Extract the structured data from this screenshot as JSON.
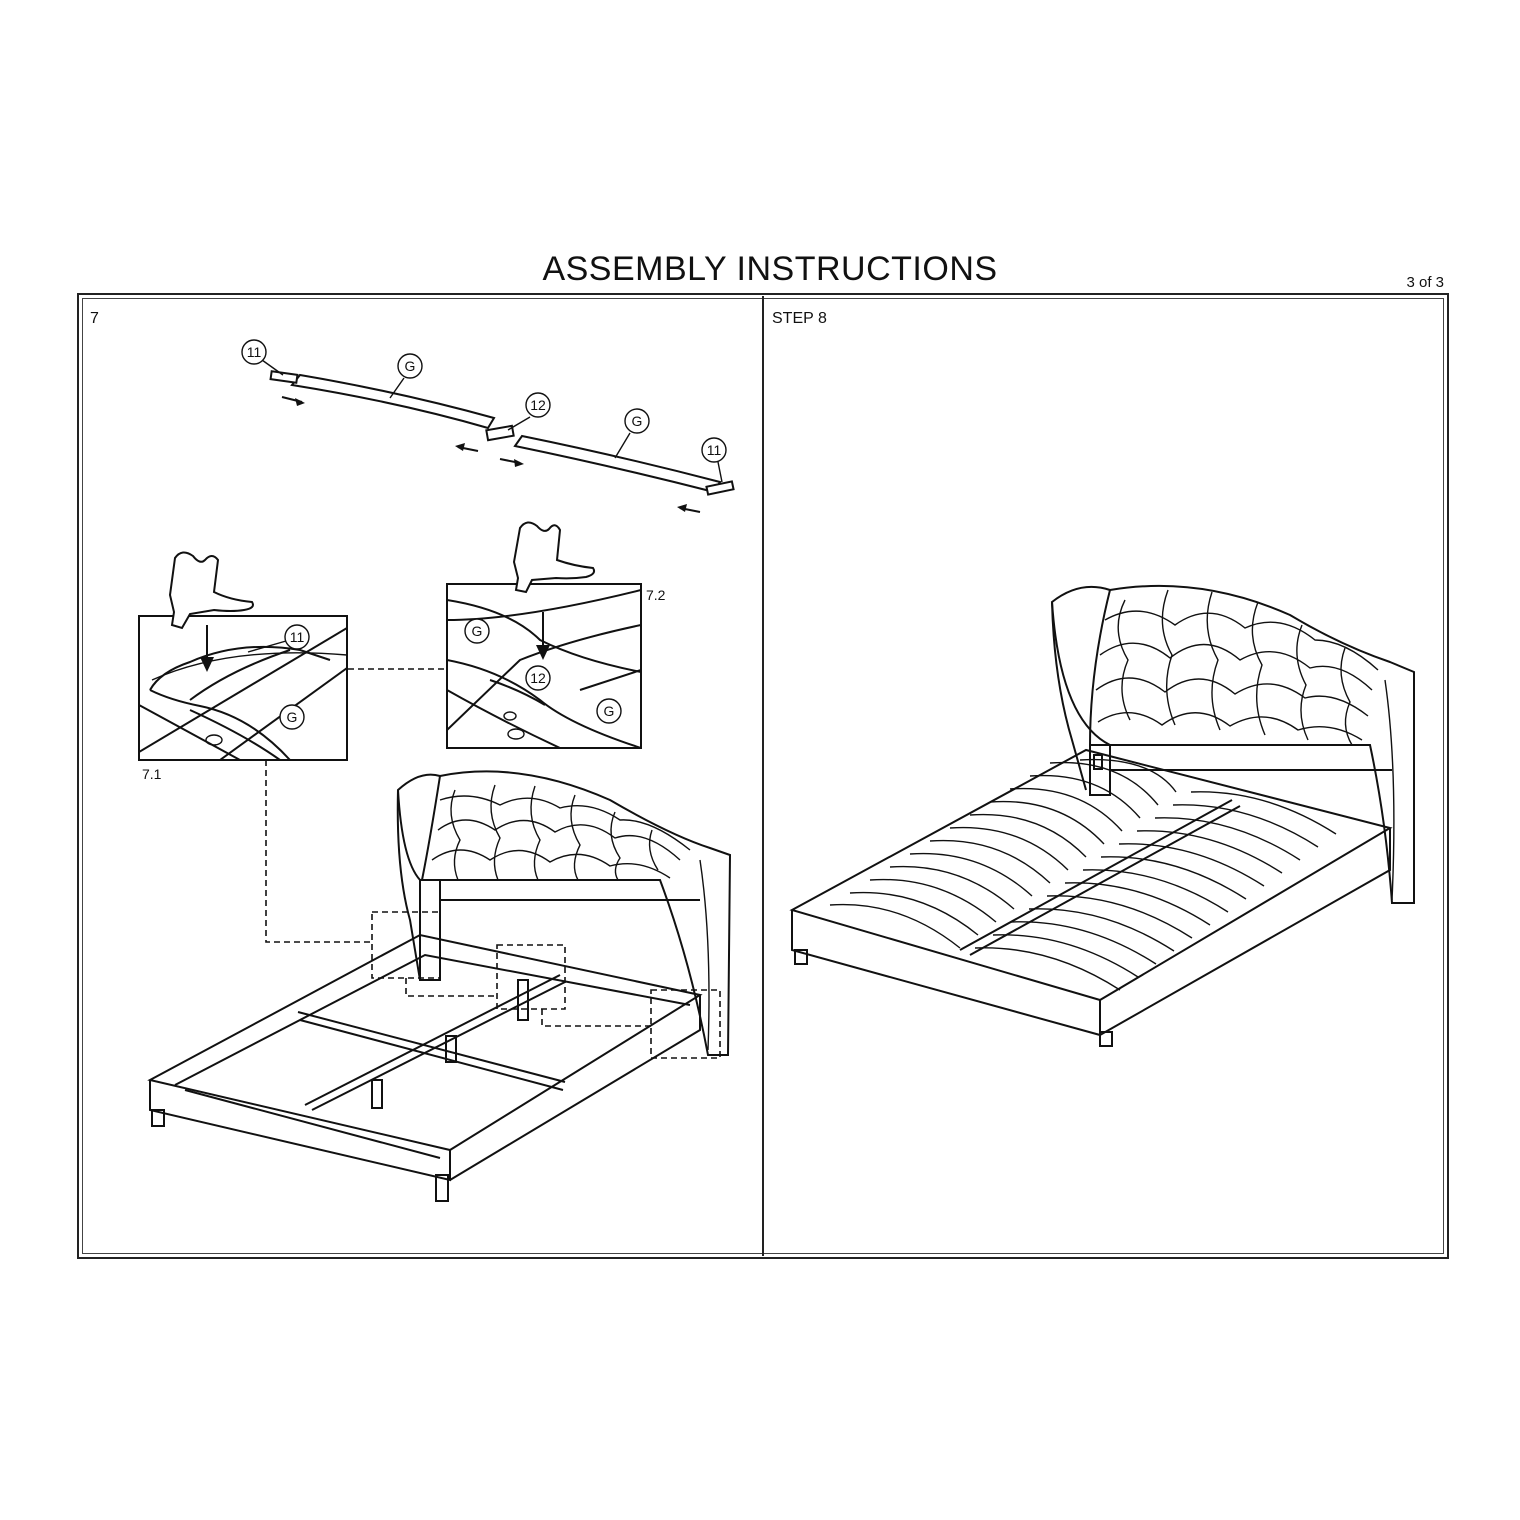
{
  "header": {
    "title": "ASSEMBLY INSTRUCTIONS",
    "page": "3 of 3"
  },
  "step7": {
    "label": "7",
    "callouts": {
      "bracket": "11",
      "slat": "G",
      "connector": "12"
    },
    "detail_1_label": "7.1",
    "detail_2_label": "7.2"
  },
  "step8": {
    "label": "STEP 8"
  }
}
